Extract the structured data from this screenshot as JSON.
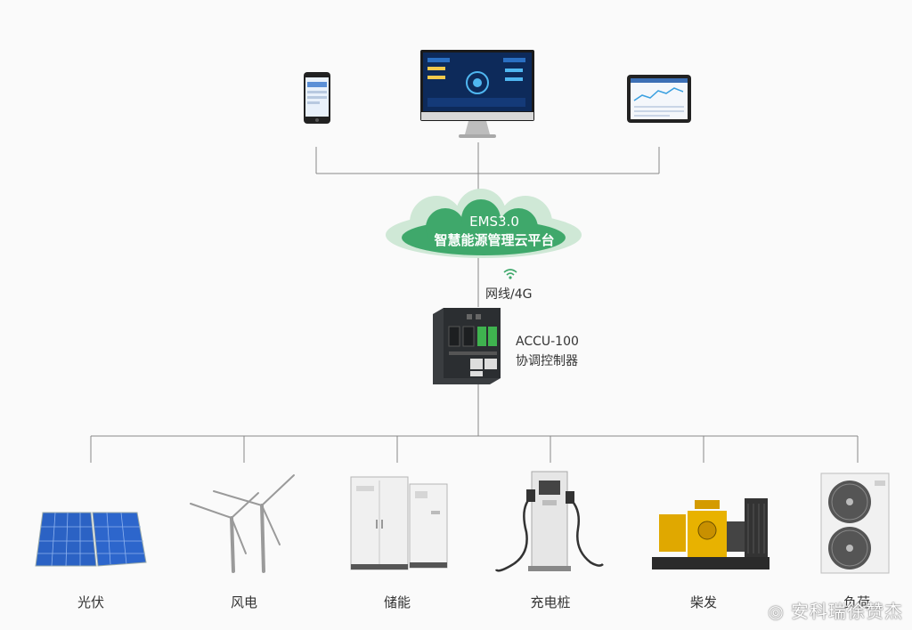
{
  "platform": {
    "line1": "EMS3.0",
    "line2": "智慧能源管理云平台"
  },
  "network_label": "网线/4G",
  "controller": {
    "model": "ACCU-100",
    "name": "协调控制器"
  },
  "devices": [
    {
      "label": "光伏"
    },
    {
      "label": "风电"
    },
    {
      "label": "储能"
    },
    {
      "label": "充电桩"
    },
    {
      "label": "柴发"
    },
    {
      "label": "负荷"
    }
  ],
  "terminals": [
    "phone",
    "desktop-monitor",
    "tablet"
  ],
  "colors": {
    "cloud": "#3fa86b",
    "cloud_outer": "#cfe8d6",
    "line": "#777777"
  },
  "watermark": "安科瑞徐赞杰"
}
